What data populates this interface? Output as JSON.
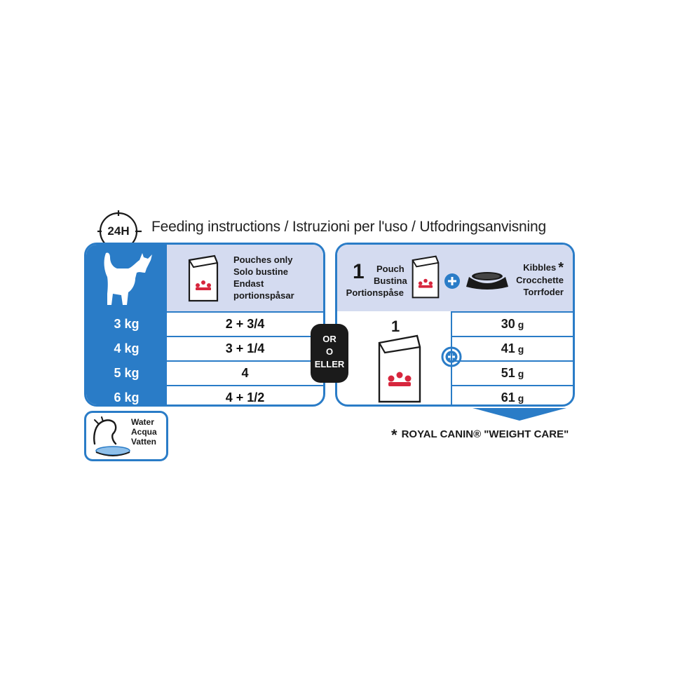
{
  "header": {
    "clock_label": "24H",
    "title": "Feeding instructions / Istruzioni per l'uso / Utfodringsanvisning"
  },
  "left_panel": {
    "header_lines": [
      "Pouches only",
      "Solo bustine",
      "Endast",
      "portionspåsar"
    ],
    "rows": [
      {
        "weight": "3 kg",
        "amount": "2 + 3/4"
      },
      {
        "weight": "4 kg",
        "amount": "3 + 1/4"
      },
      {
        "weight": "5 kg",
        "amount": "4"
      },
      {
        "weight": "6 kg",
        "amount": "4 + 1/2"
      }
    ]
  },
  "or_badge": [
    "OR",
    "O",
    "ELLER"
  ],
  "right_panel": {
    "pouch_count": "1",
    "pouch_lines": [
      "Pouch",
      "Bustina",
      "Portionspåse"
    ],
    "kibbles_lines": [
      "Kibbles",
      "Crocchette",
      "Torrfoder"
    ],
    "kibbles_asterisk": "*",
    "mixed_pouch_count": "1",
    "grams": [
      {
        "value": "30",
        "unit": "g"
      },
      {
        "value": "41",
        "unit": "g"
      },
      {
        "value": "51",
        "unit": "g"
      },
      {
        "value": "61",
        "unit": "g"
      }
    ]
  },
  "water": {
    "lines": [
      "Water",
      "Acqua",
      "Vatten"
    ]
  },
  "footnote": {
    "asterisk": "*",
    "text": "ROYAL CANIN® \"WEIGHT CARE\""
  },
  "colors": {
    "brand_blue": "#2a7cc7",
    "header_tint": "#d4dbf0",
    "logo_red": "#d7263d",
    "badge_black": "#1b1b1b"
  },
  "icons": [
    "clock-icon",
    "cat-silhouette-icon",
    "pouch-icon",
    "plus-icon",
    "kibble-bowl-icon",
    "arrow-down-icon",
    "water-bowl-icon"
  ]
}
